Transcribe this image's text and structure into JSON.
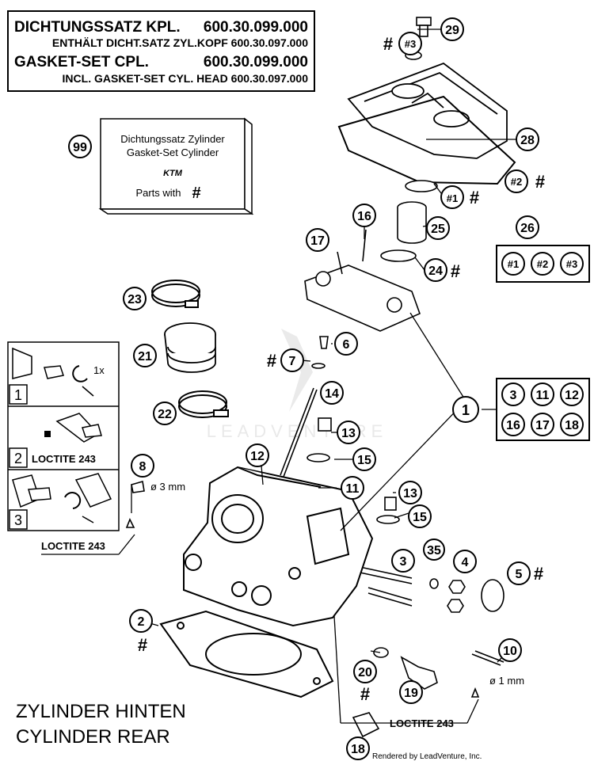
{
  "header_box": {
    "line1_left": "DICHTUNGSSATZ KPL.",
    "line1_right": "600.30.099.000",
    "line2": "ENTHÄLT DICHT.SATZ ZYL.KOPF 600.30.097.000",
    "line3_left": "GASKET-SET CPL.",
    "line3_right": "600.30.099.000",
    "line4": "INCL. GASKET-SET CYL. HEAD 600.30.097.000"
  },
  "kit_box": {
    "ref": "99",
    "line1": "Dichtungssatz Zylinder",
    "line2": "Gasket-Set Cylinder",
    "brand": "KTM",
    "parts_with": "Parts with",
    "hash": "#"
  },
  "callouts": {
    "p1": "1",
    "p2": "2",
    "p3": "3",
    "p4": "4",
    "p5": "5",
    "p6": "6",
    "p7": "7",
    "p8": "8",
    "p10": "10",
    "p11a": "11",
    "p12a": "12",
    "p13a": "13",
    "p13b": "13",
    "p14": "14",
    "p15a": "15",
    "p15b": "15",
    "p16": "16",
    "p17": "17",
    "p18": "18",
    "p19": "19",
    "p20": "20",
    "p21": "21",
    "p22": "22",
    "p23": "23",
    "p24": "24",
    "p25": "25",
    "p26": "26",
    "p28": "28",
    "p29": "29",
    "p35": "35",
    "h1": "#1",
    "h2": "#2",
    "h3": "#3"
  },
  "group_1": [
    "3",
    "11",
    "12",
    "16",
    "17",
    "18"
  ],
  "group_26": [
    "#1",
    "#2",
    "#3"
  ],
  "hash": "#",
  "dims": {
    "d3": "ø 3 mm",
    "d1": "ø 1 mm"
  },
  "instructions": {
    "step1": "1",
    "step2": "2",
    "step3": "3",
    "turns": "1x",
    "loctite_step": "LOCTITE 243"
  },
  "loctite": {
    "left": "LOCTITE 243",
    "bottom": "LOCTITE 243"
  },
  "footer": {
    "title_de": "ZYLINDER HINTEN",
    "title_en": "CYLINDER REAR",
    "credit": "Rendered by LeadVenture, Inc."
  },
  "watermark": "LEADVENTURE"
}
